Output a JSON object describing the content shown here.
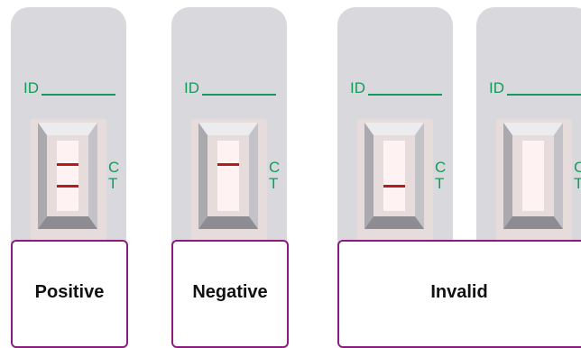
{
  "id_label": "ID",
  "control_label": "C",
  "test_label": "T",
  "line_color": "#b71c1c",
  "text_color": "#149a5a",
  "border_color": "#8b1c7e",
  "devices": [
    {
      "result": "Positive",
      "control_line": true,
      "test_line": true
    },
    {
      "result": "Negative",
      "control_line": true,
      "test_line": false
    },
    {
      "result": "Invalid",
      "control_line": false,
      "test_line": true
    },
    {
      "result": "Invalid",
      "control_line": false,
      "test_line": false
    }
  ],
  "result_labels": [
    "Positive",
    "Negative",
    "Invalid"
  ]
}
